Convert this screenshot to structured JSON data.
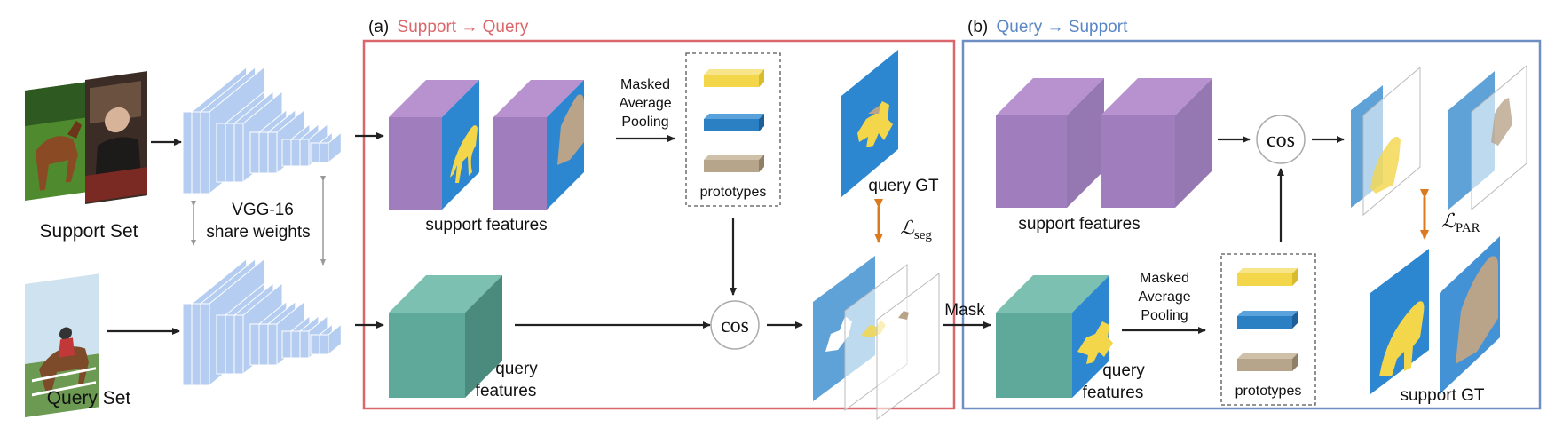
{
  "panel_a": {
    "prefix": "(a)",
    "title": "Support → Query",
    "color": "#d9676b"
  },
  "panel_b": {
    "prefix": "(b)",
    "title": "Query → Support",
    "color": "#5b86c6"
  },
  "left": {
    "support_set": "Support Set",
    "query_set": "Query Set",
    "backbone": "VGG-16",
    "share_weights": "share weights"
  },
  "labels": {
    "support_features": "support features",
    "query_features_line1": "query",
    "query_features_line2": "features",
    "map_line1": "Masked",
    "map_line2": "Average",
    "map_line3": "Pooling",
    "prototypes": "prototypes",
    "cos": "cos",
    "query_gt": "query GT",
    "support_gt": "support GT",
    "mask": "Mask",
    "loss_seg": "ℒ",
    "loss_seg_sub": "seg",
    "loss_par": "ℒ",
    "loss_par_sub": "PAR"
  },
  "colors": {
    "vgg": "#b4cdf0",
    "support_feat": "#a07ebd",
    "query_feat": "#5fa99a",
    "proto_yellow": "#f3d64a",
    "proto_blue": "#2b7fc3",
    "proto_tan": "#b6a58a",
    "mask_bg": "#2d86d0",
    "fg": "#f3d64a",
    "tan": "#b9a48a",
    "arrow": "#222222",
    "orange": "#dc7a1e"
  }
}
